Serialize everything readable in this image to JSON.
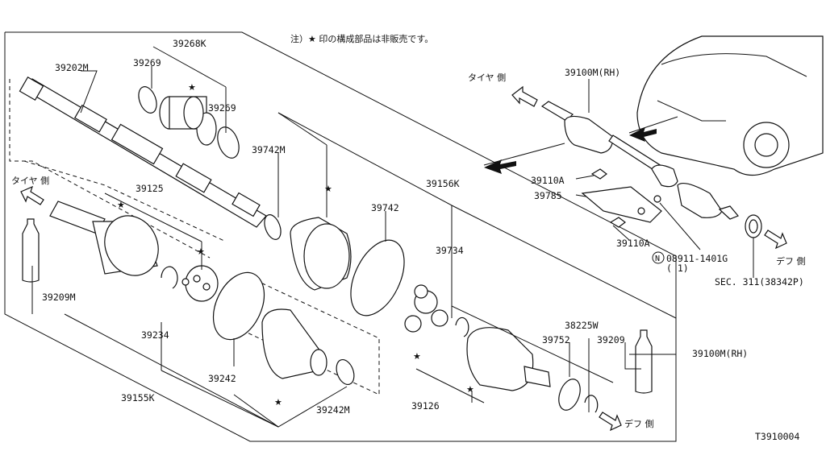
{
  "note": "注）★ 印の構成部品は非販売です。",
  "figure_id": "T3910004",
  "labels": {
    "p39202M": "39202M",
    "p39269a": "39269",
    "p39268K": "39268K",
    "p39269b": "39269",
    "p39742M": "39742M",
    "p39742": "39742",
    "p39156K": "39156K",
    "p39734": "39734",
    "p39125": "39125",
    "p39209Ma": "39209M",
    "p39234": "39234",
    "p39242": "39242",
    "p39155K": "39155K",
    "p39242M": "39242M",
    "p39126": "39126",
    "p38225W": "38225W",
    "p39752": "39752",
    "p39209": "39209",
    "p39100RHb": "39100M(RH)",
    "p39100RHa": "39100M(RH)",
    "p39110Aa": "39110A",
    "p39785": "39785",
    "p39110Ab": "39110A",
    "p08911": "08911-1401G",
    "p08911q": "( 1)",
    "sec311": "SEC. 311(38342P)"
  },
  "directions": {
    "tire_top": "タイヤ 側",
    "tire_left": "タイヤ 側",
    "diff_right": "デフ 側",
    "diff_bottom": "デフ 側"
  },
  "star": "★",
  "circle_n": "N"
}
